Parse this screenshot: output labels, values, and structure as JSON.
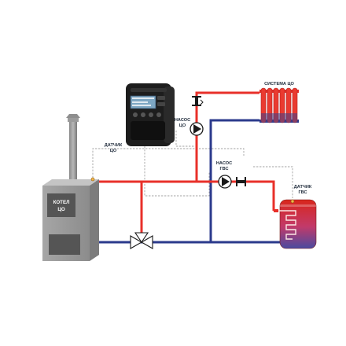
{
  "labels": {
    "heating_system": "СИСТЕМА ЦО",
    "heating_pump_1": "НАСОС",
    "heating_pump_2": "ЦО",
    "heating_sensor_1": "ДАТЧИК",
    "heating_sensor_2": "ЦО",
    "dhw_pump_1": "НАСОС",
    "dhw_pump_2": "ГВС",
    "dhw_sensor_1": "ДАТЧИК",
    "dhw_sensor_2": "ГВС",
    "boiler_1": "КОТЕЛ",
    "boiler_2": "ЦО"
  },
  "colors": {
    "supply": "#e8302a",
    "return": "#2b3a8c",
    "wire": "#9a9a9a"
  },
  "icons": [
    "boiler-icon",
    "chimney-icon",
    "controller-icon",
    "radiator-icon",
    "pump-icon",
    "check-valve-icon",
    "mixing-valve-icon",
    "water-heater-icon"
  ]
}
